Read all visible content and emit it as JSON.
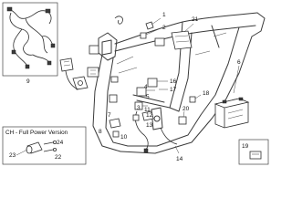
{
  "inset": {
    "title": "CH - Full Power Version",
    "callouts": [
      "22",
      "23",
      "24"
    ]
  },
  "callouts": {
    "c1": "1",
    "c2": "2",
    "c3": "3",
    "c4": "4",
    "c5": "5",
    "c6": "6",
    "c7": "7",
    "c8": "8",
    "c9": "9",
    "c10": "10",
    "c11": "11",
    "c12": "12",
    "c13": "13",
    "c14": "14",
    "c15": "15",
    "c16": "16",
    "c17": "17",
    "c18": "18",
    "c19": "19",
    "c20": "20",
    "c21": "21",
    "c22": "22",
    "c23": "23",
    "c24": "24"
  },
  "colors": {
    "line": "#3a3a3a",
    "background": "#ffffff"
  }
}
